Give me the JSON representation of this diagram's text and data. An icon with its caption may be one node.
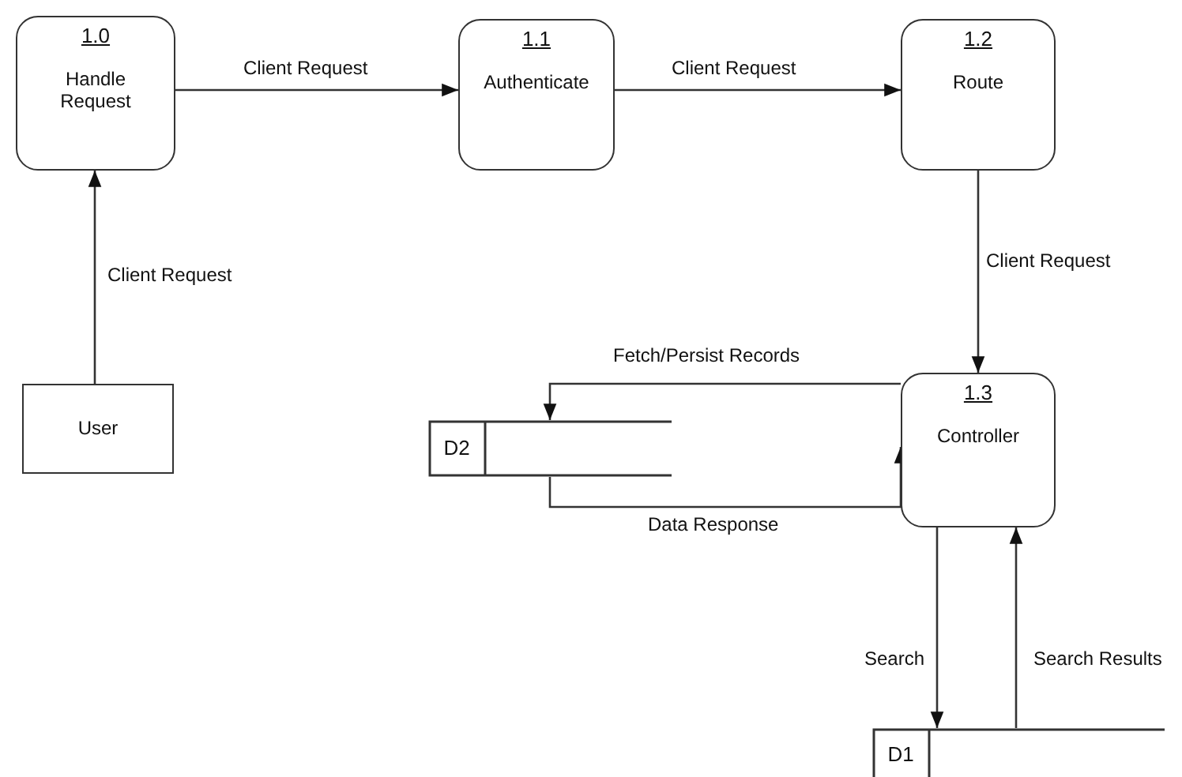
{
  "diagram": {
    "nodes": [
      {
        "text": [
          "1.0",
          "Handle Request"
        ]
      },
      {
        "text": [
          "1.1",
          "Authenticate"
        ]
      },
      {
        "text": [
          "1.2",
          "Route"
        ]
      },
      {
        "text": [
          "User"
        ]
      },
      {
        "text": [
          "1.3",
          "Controller"
        ]
      },
      {
        "text": [
          "D2"
        ]
      },
      {
        "text": [
          "D1"
        ]
      }
    ],
    "edges": [
      {
        "from": 3,
        "to": 0,
        "arrow": "to",
        "label": "Client Request"
      },
      {
        "from": 0,
        "to": 1,
        "arrow": "to",
        "label": "Client Request"
      },
      {
        "from": 1,
        "to": 2,
        "arrow": "to",
        "label": "Client Request"
      },
      {
        "from": 2,
        "to": 4,
        "arrow": "to",
        "label": "Client Request"
      },
      {
        "from": 4,
        "to": 5,
        "arrow": "to",
        "label": "Fetch/Persist Records"
      },
      {
        "from": 5,
        "to": 4,
        "arrow": "to",
        "label": "Data Response"
      },
      {
        "from": 4,
        "to": 6,
        "arrow": "to",
        "label": "Search"
      },
      {
        "from": 6,
        "to": 4,
        "arrow": "to",
        "label": "Search Results"
      }
    ]
  }
}
